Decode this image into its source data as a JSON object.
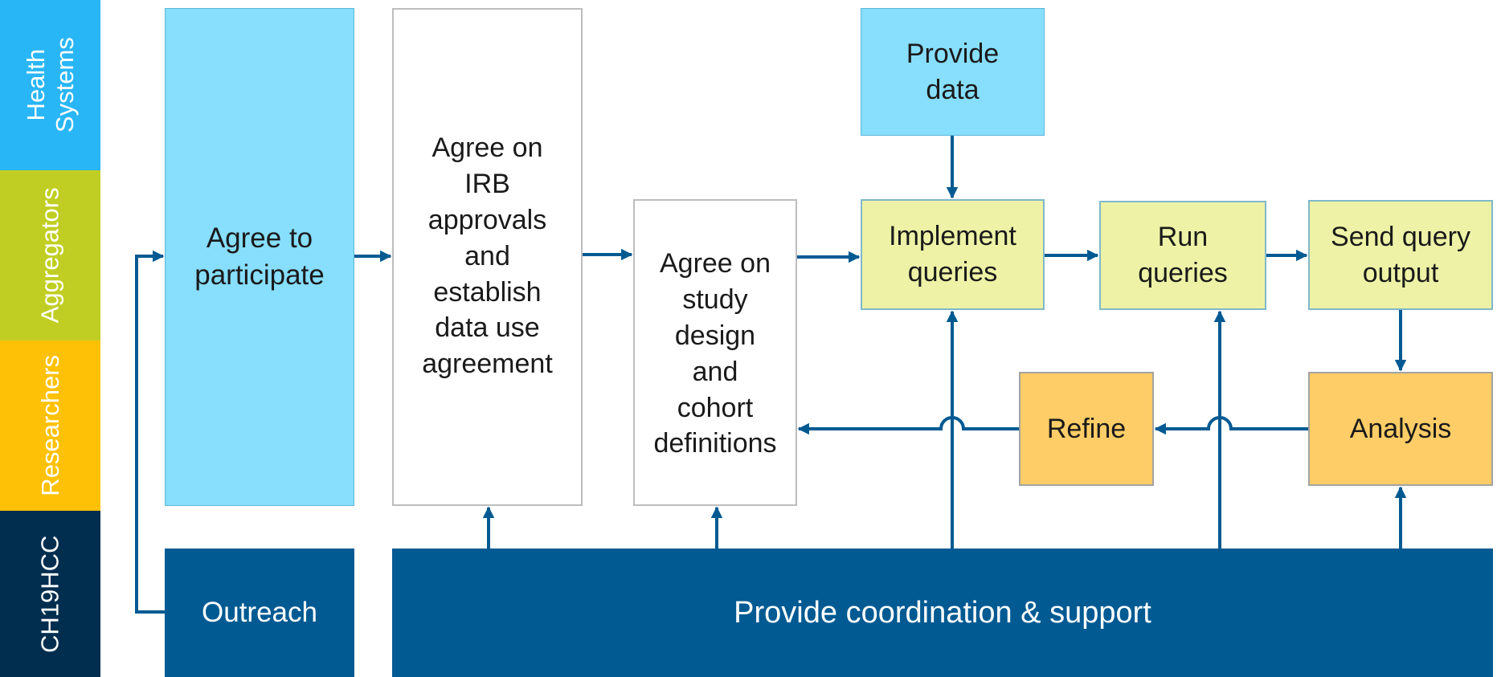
{
  "colors": {
    "health_systems": "#29B6F6",
    "aggregators": "#C0CE23",
    "researchers": "#FFC106",
    "ch19hcc": "#012E4F",
    "light_blue_box": "#87DEFD",
    "green_box": "#EDF2A6",
    "orange_box": "#FFCD67",
    "dark_blue_box": "#015A92",
    "arrow": "#005A92",
    "white_box_border": "#BDBDBD"
  },
  "lanes": [
    {
      "key": "health_systems",
      "lines": [
        "Health",
        "Systems"
      ]
    },
    {
      "key": "aggregators",
      "lines": [
        "Aggregators"
      ]
    },
    {
      "key": "researchers",
      "lines": [
        "Researchers"
      ]
    },
    {
      "key": "ch19hcc",
      "lines": [
        "CH19HCC"
      ]
    }
  ],
  "nodes": {
    "agree_participate": {
      "lines": [
        "Agree to",
        "participate"
      ]
    },
    "irb": {
      "lines": [
        "Agree on",
        "IRB",
        "approvals",
        "and",
        "establish",
        "data use",
        "agreement"
      ]
    },
    "study_design": {
      "lines": [
        "Agree on",
        "study",
        "design",
        "and",
        "cohort",
        "definitions"
      ]
    },
    "provide_data": {
      "lines": [
        "Provide",
        "data"
      ]
    },
    "implement_queries": {
      "lines": [
        "Implement",
        "queries"
      ]
    },
    "run_queries": {
      "lines": [
        "Run",
        "queries"
      ]
    },
    "send_output": {
      "lines": [
        "Send query",
        "output"
      ]
    },
    "refine": {
      "lines": [
        "Refine"
      ]
    },
    "analysis": {
      "lines": [
        "Analysis"
      ]
    },
    "outreach": {
      "lines": [
        "Outreach"
      ]
    },
    "coordination": {
      "lines": [
        "Provide coordination & support"
      ]
    }
  }
}
